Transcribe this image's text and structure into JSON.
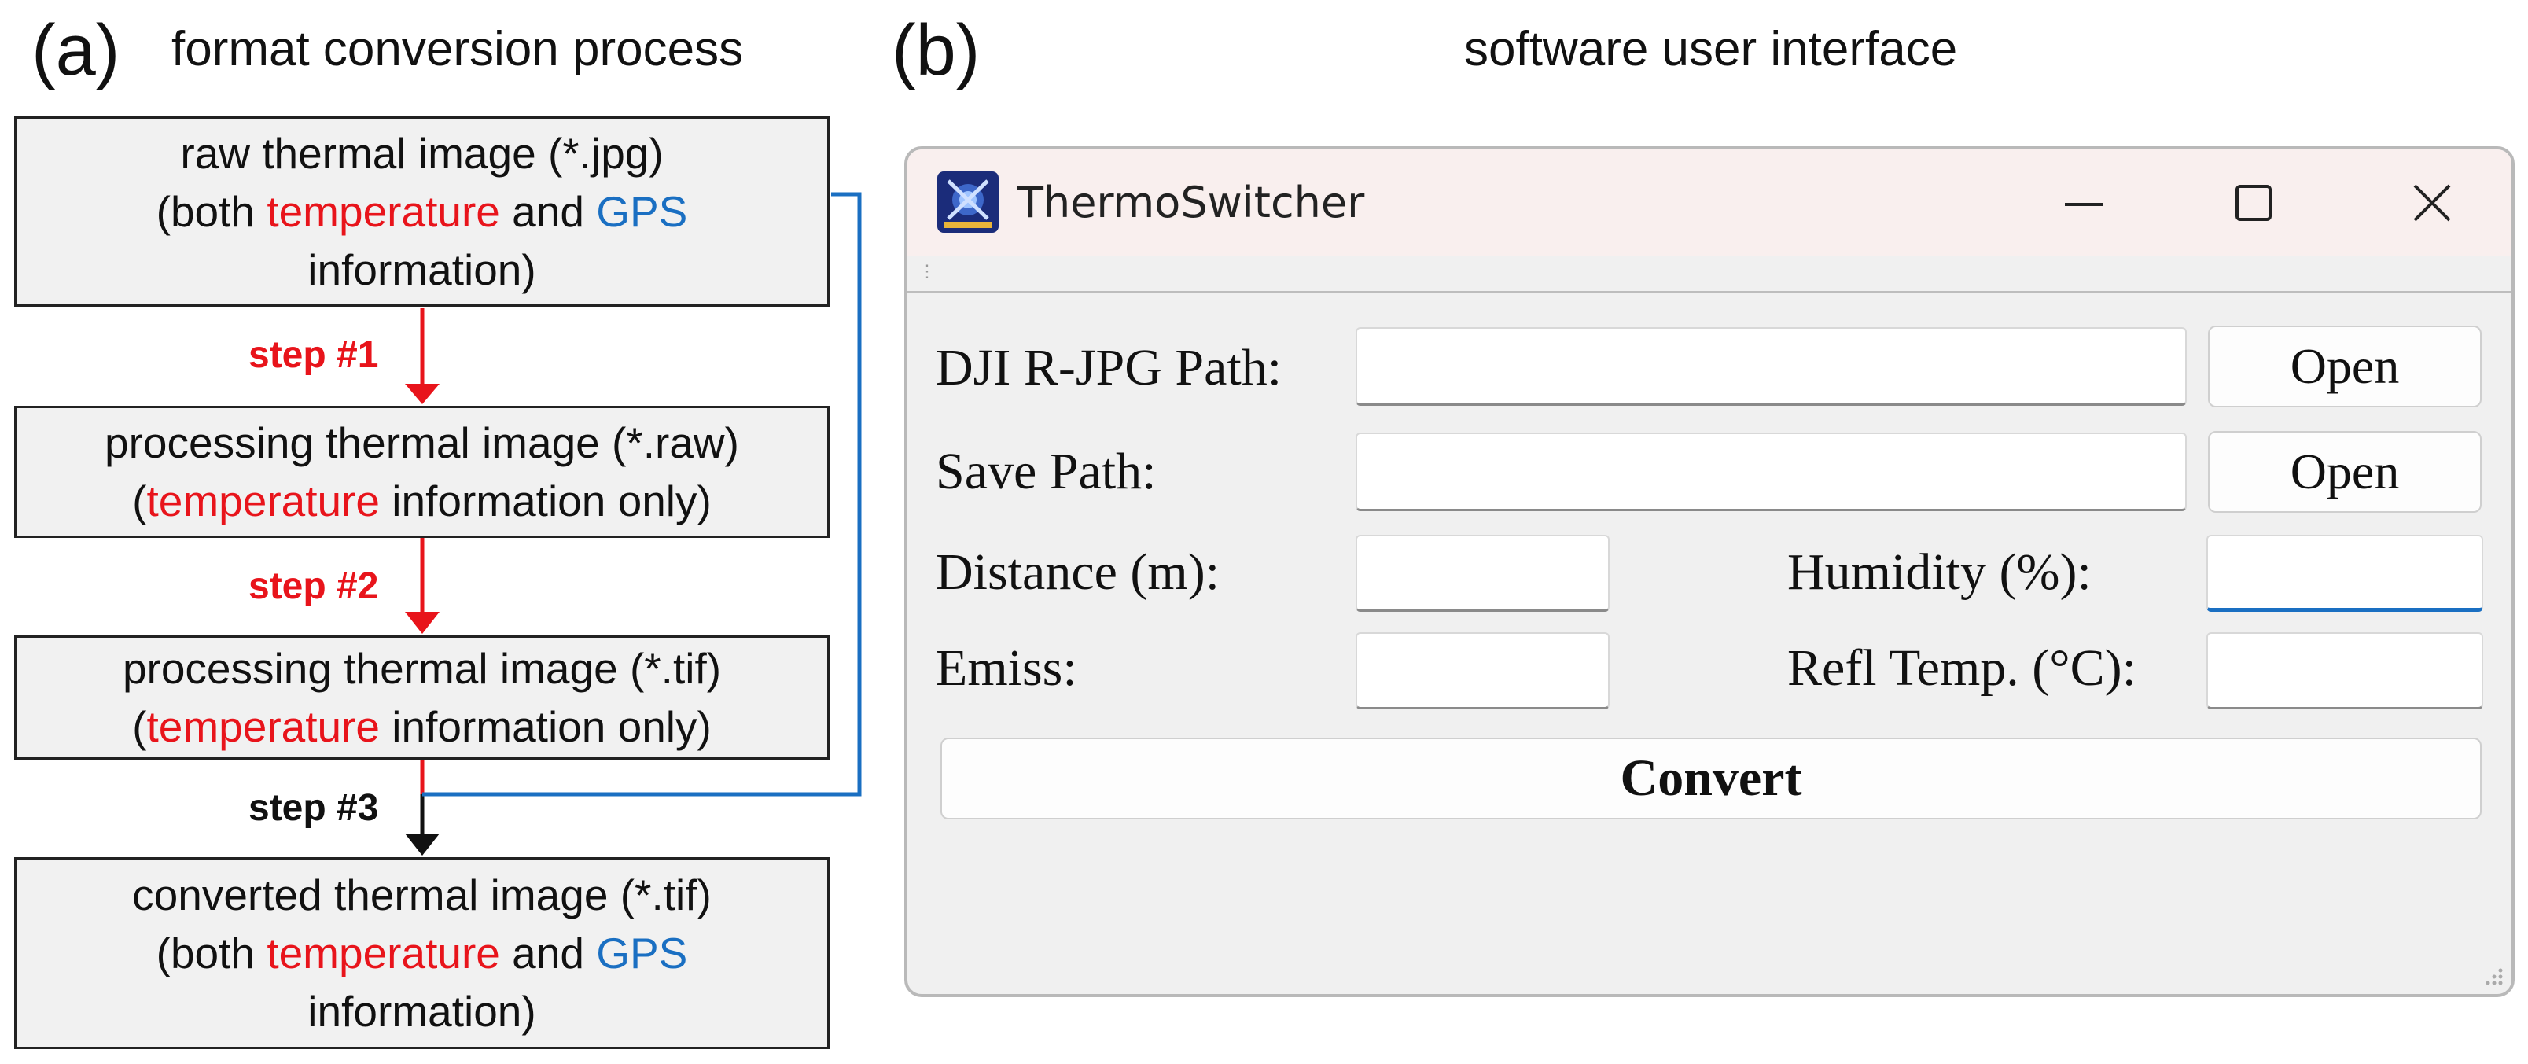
{
  "panel_a": {
    "letter": "(a)",
    "title": "format conversion process",
    "boxes": [
      {
        "line1": "raw thermal image (*.jpg)",
        "line2_pre": "(both ",
        "line2_temp": "temperature",
        "line2_mid": " and ",
        "line2_gps": "GPS",
        "line3": "information)"
      },
      {
        "line1": "processing thermal image (*.raw)",
        "line2_open": "(",
        "line2_temp": "temperature",
        "line2_rest": " information only)"
      },
      {
        "line1": "processing thermal image (*.tif)",
        "line2_open": "(",
        "line2_temp": "temperature",
        "line2_rest": " information only)"
      },
      {
        "line1": "converted thermal image (*.tif)",
        "line2_pre": "(both ",
        "line2_temp": "temperature",
        "line2_mid": " and ",
        "line2_gps": "GPS",
        "line3": "information)"
      }
    ],
    "steps": [
      "step #1",
      "step #2",
      "step #3"
    ],
    "colors": {
      "temperature": "#e8141b",
      "gps": "#1a6fc2",
      "step": "#e8141b"
    }
  },
  "panel_b": {
    "letter": "(b)",
    "title": "software user interface",
    "window": {
      "title": "ThermoSwitcher",
      "icon": "app-icon",
      "controls": [
        "minimize-icon",
        "maximize-icon",
        "close-icon"
      ]
    },
    "form": {
      "dji_path_label": "DJI R-JPG Path:",
      "dji_path_value": "",
      "save_path_label": "Save Path:",
      "save_path_value": "",
      "open_label": "Open",
      "distance_label": "Distance (m):",
      "distance_value": "",
      "humidity_label": "Humidity (%):",
      "humidity_value": "",
      "emiss_label": "Emiss:",
      "emiss_value": "",
      "refl_temp_label": "Refl Temp. (°C):",
      "refl_temp_value": "",
      "convert_label": "Convert"
    },
    "colors": {
      "accent": "#1a6fc2",
      "titlebar": "#f9efee"
    }
  }
}
